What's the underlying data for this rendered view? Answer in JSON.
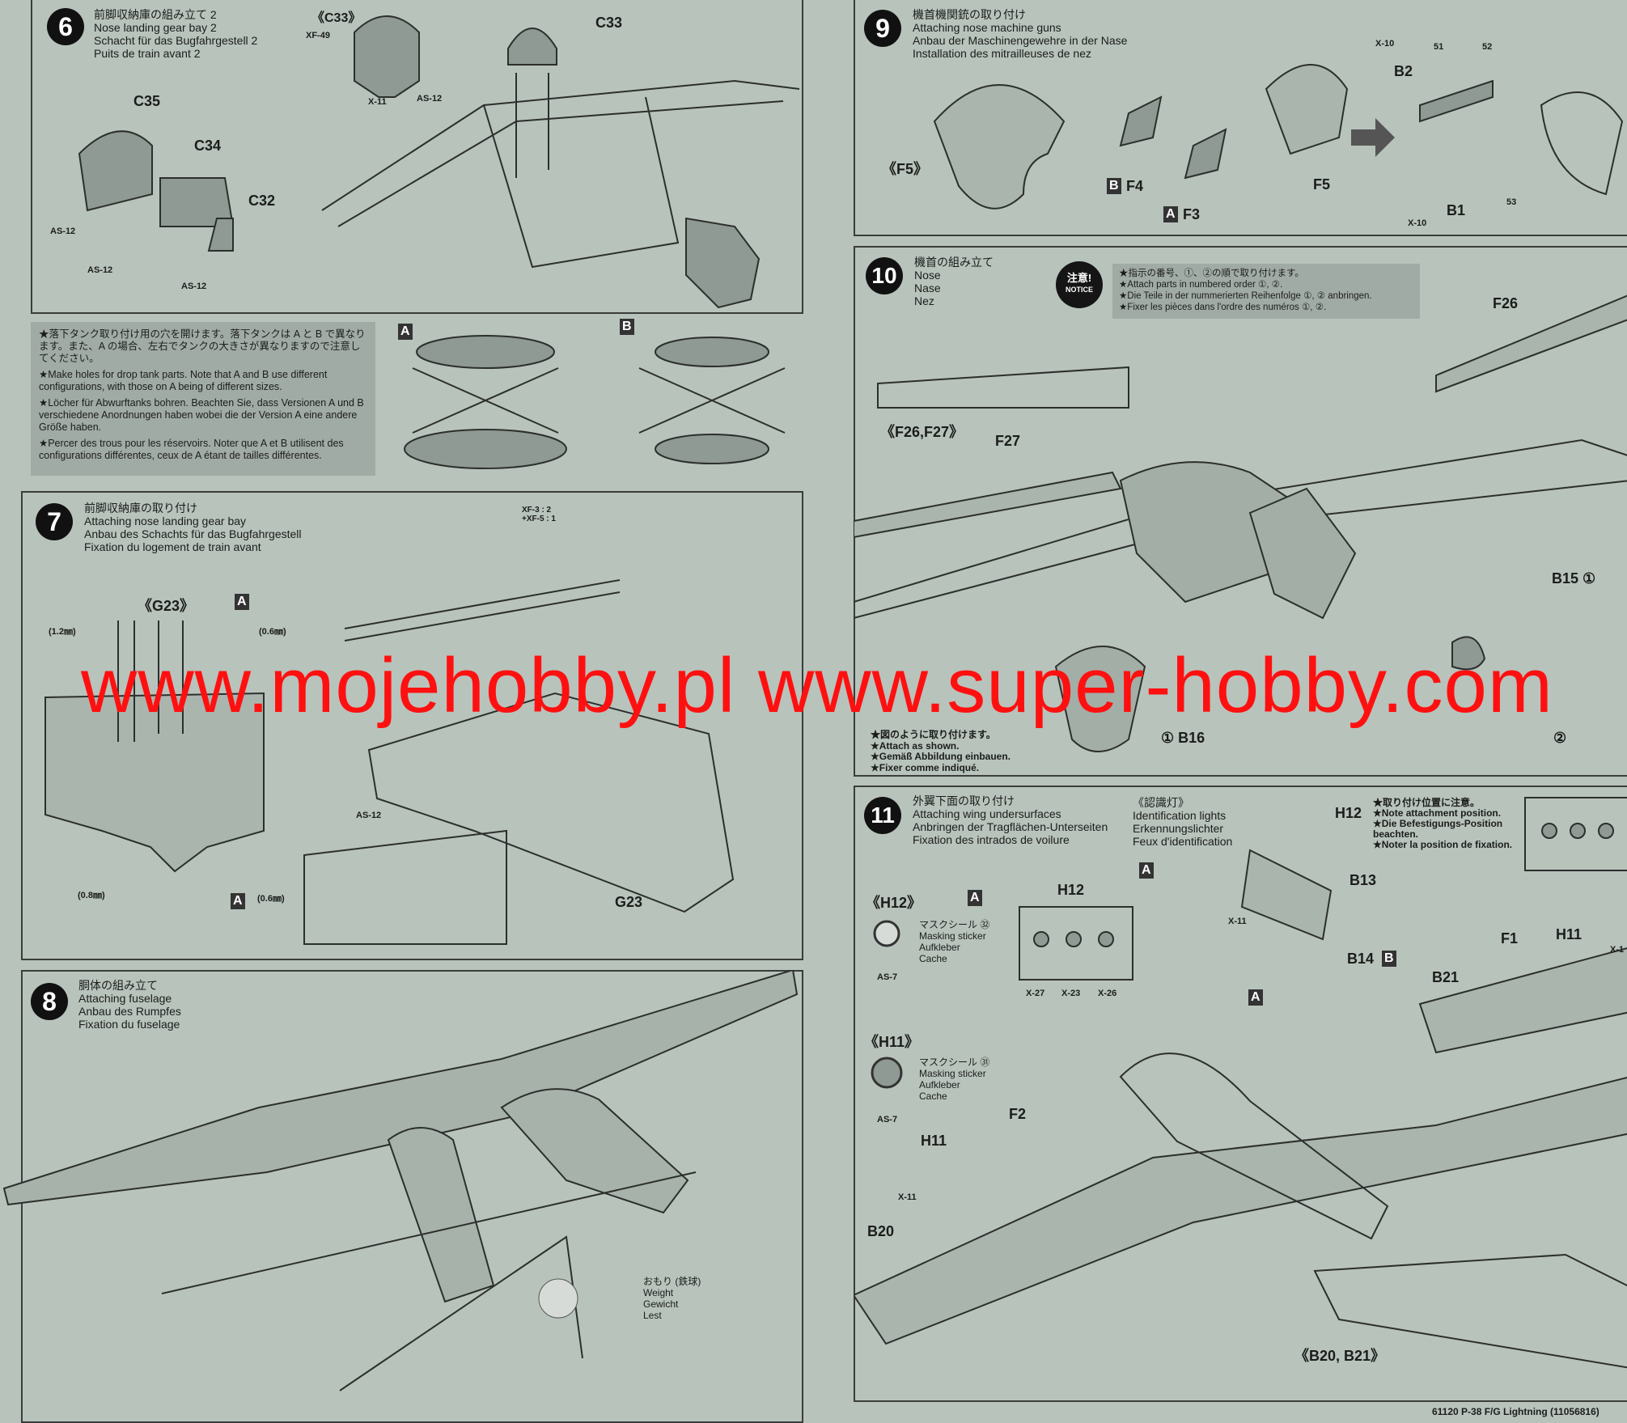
{
  "colors": {
    "background": "#b8c3bc",
    "watermark": "#ff1010",
    "ink": "#1b1d1c"
  },
  "watermark": "www.mojehobby.pl www.super-hobby.com",
  "footer": "61120  P-38 F/G Lightning (11056816)",
  "step6": {
    "number": "6",
    "jp": "前脚収納庫の組み立て 2",
    "en": "Nose landing gear bay 2",
    "de": "Schacht für das Bugfahrgestell 2",
    "fr": "Puits de train avant 2",
    "labels": {
      "c33_detail": "《C33》",
      "xf49": "XF-49",
      "x11": "X-11",
      "as12a": "AS-12",
      "c33": "C33",
      "c35": "C35",
      "c34": "C34",
      "c32": "C32",
      "as12b": "AS-12",
      "as12c": "AS-12",
      "as12d": "AS-12"
    }
  },
  "tank_note": {
    "jp": "★落下タンク取り付け用の穴を開けます。落下タンクは A と B で異なります。また、A の場合、左右でタンクの大きさが異なりますので注意してください。",
    "en": "★Make holes for drop tank parts. Note that A and B use different configurations, with those on A being of different sizes.",
    "de": "★Löcher für Abwurftanks bohren. Beachten Sie, dass Versionen A und B verschiedene Anordnungen haben wobei die der Version A eine andere Größe haben.",
    "fr": "★Percer des trous pour les réservoirs. Noter que A et B utilisent des configurations différentes, ceux de A étant de tailles différentes.",
    "version_a": "A",
    "version_b": "B"
  },
  "step7": {
    "number": "7",
    "jp": "前脚収納庫の取り付け",
    "en": "Attaching nose landing gear bay",
    "de": "Anbau des Schachts für das Bugfahrgestell",
    "fr": "Fixation du logement de train avant",
    "labels": {
      "g23_detail": "《G23》",
      "a1": "A",
      "d12": "(1.2㎜)",
      "d06a": "(0.6㎜)",
      "d08": "(0.8㎜)",
      "d06b": "(0.6㎜)",
      "a2": "A",
      "paint1": "XF-3 : 2",
      "paint2": "+XF-5 : 1",
      "as12": "AS-12",
      "g23": "G23"
    }
  },
  "step8": {
    "number": "8",
    "jp": "胴体の組み立て",
    "en": "Attaching fuselage",
    "de": "Anbau des Rumpfes",
    "fr": "Fixation du fuselage",
    "weight": {
      "jp": "おもり (鉄球)",
      "en": "Weight",
      "de": "Gewicht",
      "fr": "Lest"
    }
  },
  "step9": {
    "number": "9",
    "jp": "機首機関銃の取り付け",
    "en": "Attaching nose machine guns",
    "de": "Anbau der Maschinengewehre in der Nase",
    "fr": "Installation des mitrailleuses de nez",
    "labels": {
      "f5_detail": "《F5》",
      "b": "B",
      "f4": "F4",
      "a": "A",
      "f3": "F3",
      "f5": "F5",
      "x10a": "X-10",
      "b2": "B2",
      "n51": "51",
      "n52": "52",
      "n53": "53",
      "b1": "B1",
      "x10b": "X-10"
    }
  },
  "step10": {
    "number": "10",
    "jp": "機首の組み立て",
    "en": "Nose",
    "de": "Nase",
    "fr": "Nez",
    "notice_badge": {
      "jp": "注意!",
      "en": "NOTICE"
    },
    "notice": {
      "jp": "★指示の番号、①、②の順で取り付けます。",
      "en": "★Attach parts in numbered order ①, ②.",
      "de": "★Die Teile in der nummerierten Reihenfolge ①, ② anbringen.",
      "fr": "★Fixer les pièces dans l'ordre des numéros ①, ②."
    },
    "labels": {
      "f26f27": "《F26,F27》",
      "f27": "F27",
      "f26": "F26",
      "b15": "B15 ①",
      "b16": "① B16",
      "n2": "②"
    },
    "attach_note": {
      "jp": "★図のように取り付けます。",
      "en": "★Attach as shown.",
      "de": "★Gemäß Abbildung einbauen.",
      "fr": "★Fixer comme indiqué."
    }
  },
  "step11": {
    "number": "11",
    "jp": "外翼下面の取り付け",
    "en": "Attaching wing undersurfaces",
    "de": "Anbringen der Tragflächen-Unterseiten",
    "fr": "Fixation des intrados de voilure",
    "lights": {
      "title": "《認識灯》",
      "en": "Identification lights",
      "de": "Erkennungslichter",
      "fr": "Feux d'identification",
      "version": "A"
    },
    "h12_detail": {
      "title": "《H12》",
      "version": "A",
      "jp": "マスクシール ㉜",
      "en": "Masking sticker",
      "de": "Aufkleber",
      "fr": "Cache",
      "paint": "AS-7"
    },
    "h11_detail": {
      "title": "《H11》",
      "jp": "マスクシール ㉛",
      "en": "Masking sticker",
      "de": "Aufkleber",
      "fr": "Cache",
      "paint": "AS-7"
    },
    "note": {
      "jp": "★取り付け位置に注意。",
      "en": "★Note attachment position.",
      "de": "★Die Befestigungs-Position beachten.",
      "fr": "★Noter la position de fixation."
    },
    "labels": {
      "h12a": "H12",
      "x27": "X-27",
      "x23": "X-23",
      "x26": "X-26",
      "h12b": "H12",
      "b13": "B13",
      "x11a": "X-11",
      "b14": "B14",
      "b": "B",
      "a": "A",
      "b21": "B21",
      "f1": "F1",
      "h11a": "H11",
      "x1": "X-1",
      "f2": "F2",
      "h11b": "H11",
      "x11b": "X-11",
      "b20": "B20",
      "b20b21": "《B20, B21》"
    }
  }
}
